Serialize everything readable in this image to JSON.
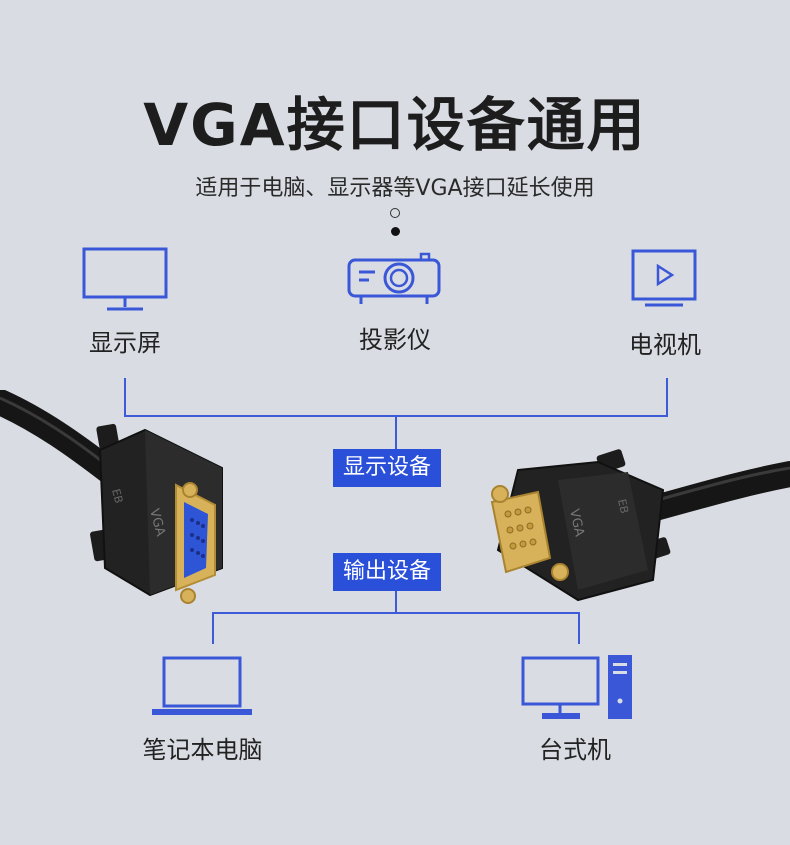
{
  "title": "VGA接口设备通用",
  "subtitle": "适用于电脑、显示器等VGA接口延长使用",
  "display_devices": {
    "monitor_label": "显示屏",
    "projector_label": "投影仪",
    "tv_label": "电视机",
    "group_tag": "显示设备"
  },
  "output_devices": {
    "group_tag": "输出设备",
    "laptop_label": "笔记本电脑",
    "desktop_label": "台式机"
  },
  "connector_marks": {
    "vga_text": "VGA",
    "logo_text": "EB"
  },
  "colors": {
    "accent": "#2a4fd8",
    "background": "#d9dde3",
    "gold": "#d7b25a",
    "port_blue": "#2d55d6"
  }
}
